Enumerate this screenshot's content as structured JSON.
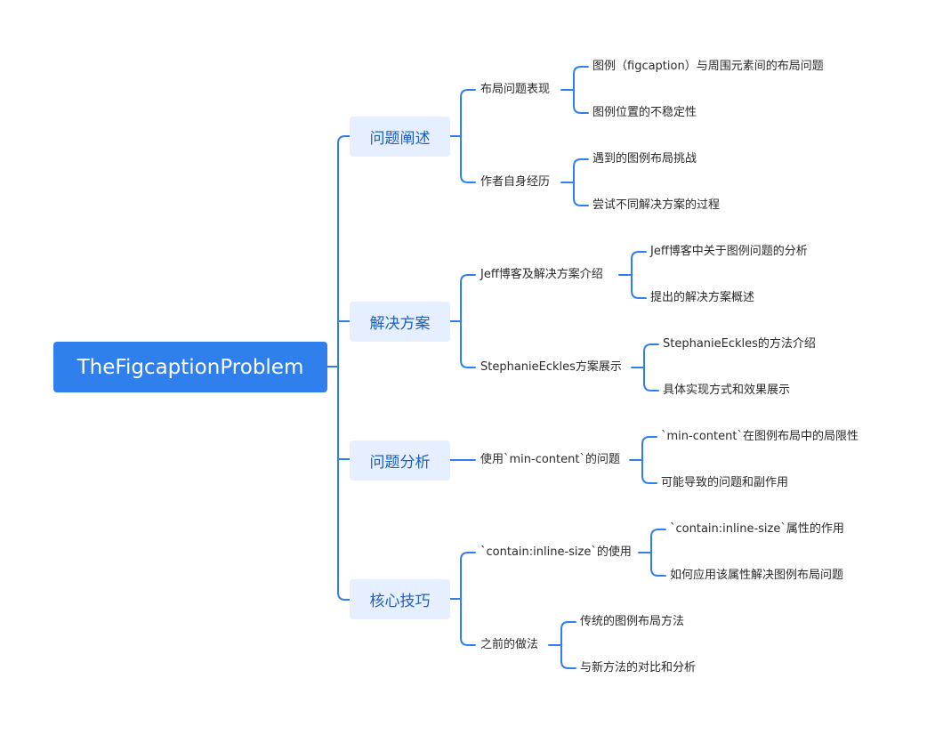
{
  "root": "TheFigcaptionProblem",
  "topics": [
    {
      "label": "问题阐述",
      "subs": [
        {
          "label": "布局问题表现",
          "leaves": [
            "图例（figcaption）与周围元素间的布局问题",
            "图例位置的不稳定性"
          ]
        },
        {
          "label": "作者自身经历",
          "leaves": [
            "遇到的图例布局挑战",
            "尝试不同解决方案的过程"
          ]
        }
      ]
    },
    {
      "label": "解决方案",
      "subs": [
        {
          "label": "Jeff博客及解决方案介绍",
          "leaves": [
            "Jeff博客中关于图例问题的分析",
            "提出的解决方案概述"
          ]
        },
        {
          "label": "StephanieEckles方案展示",
          "leaves": [
            "StephanieEckles的方法介绍",
            "具体实现方式和效果展示"
          ]
        }
      ]
    },
    {
      "label": "问题分析",
      "subs": [
        {
          "label": "使用`min-content`的问题",
          "leaves": [
            "`min-content`在图例布局中的局限性",
            "可能导致的问题和副作用"
          ]
        }
      ]
    },
    {
      "label": "核心技巧",
      "subs": [
        {
          "label": "`contain:inline-size`的使用",
          "leaves": [
            "`contain:inline-size`属性的作用",
            "如何应用该属性解决图例布局问题"
          ]
        },
        {
          "label": "之前的做法",
          "leaves": [
            "传统的图例布局方法",
            "与新方法的对比和分析"
          ]
        }
      ]
    }
  ],
  "colors": {
    "accent": "#2f80ed",
    "topic_fill": "#e6efff",
    "topic_text": "#1f5fbf",
    "text": "#2a2a2a"
  }
}
